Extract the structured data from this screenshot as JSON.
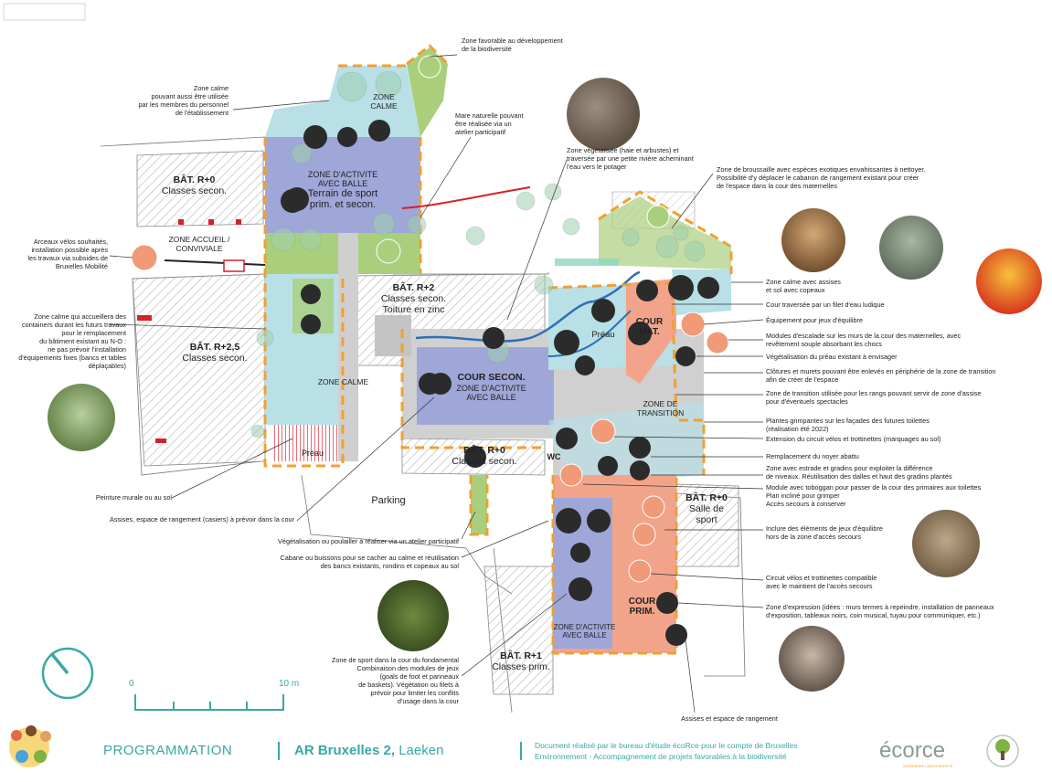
{
  "buildings": {
    "b1_name": "BÂT. R+0",
    "b1_sub": "Classes secon.",
    "b2_name": "BÂT. R+2",
    "b2_sub1": "Classes secon.",
    "b2_sub2": "Toiture en zinc",
    "b3_name": "BÂT. R+2,5",
    "b3_sub": "Classes secon.",
    "b4_name": "BÂT. R+0",
    "b4_sub": "Classes secon.",
    "b5_name": "BÂT. R+0",
    "b5_sub1": "Salle de",
    "b5_sub2": "sport",
    "b6_name": "BÂT. R+1",
    "b6_sub": "Classes prim.",
    "parking": "Parking"
  },
  "zones": {
    "calme_top1": "ZONE",
    "calme_top2": "CALME",
    "activite1": "ZONE D'ACTIVITE",
    "activite2": "AVEC BALLE",
    "activite3": "Terrain de sport",
    "activite4": "prim. et secon.",
    "accueil1": "ZONE ACCUEIL /",
    "accueil2": "CONVIVIALE",
    "calme_left": "ZONE CALME",
    "preau_left": "Préau",
    "cour_secon1": "COUR SECON.",
    "cour_secon2": "ZONE D'ACTIVITE",
    "cour_secon3": "AVEC BALLE",
    "preau_mid": "Préau",
    "cour_mat1": "COUR",
    "cour_mat2": "MAT.",
    "transition1": "ZONE DE",
    "transition2": "TRANSITION",
    "wc": "WC",
    "cour_prim1": "COUR",
    "cour_prim2": "PRIM.",
    "act_prim1": "ZONE D'ACTIVITE",
    "act_prim2": "AVEC BALLE"
  },
  "annotations": {
    "a1": [
      "Zone favorable au développement",
      "de la biodiversité"
    ],
    "a2": [
      "Zone calme",
      "pouvant aussi être utilisée",
      "par les membres du personnel",
      "de l'établissement"
    ],
    "a3": [
      "Mare naturelle pouvant",
      "être réalisée via un",
      "atelier participatif"
    ],
    "a4": [
      "Zone végétalisée (haie et arbustes) et",
      "traversée par une petite rivière acheminant",
      "l'eau vers le potager"
    ],
    "a5": [
      "Zone de broussaille avec espèces exotiques envahissantes à nettoyer.",
      "Possibilité d'y déplacer le cabanon de rangement existant pour créer",
      "de l'espace dans la cour des maternelles"
    ],
    "a6": [
      "Arceaux vélos souhaités,",
      "installation possible après",
      "les travaux via subsides de",
      "Bruxelles Mobilité"
    ],
    "a7": [
      "Zone calme qui accueillera des",
      "containers durant les futurs travaux",
      "pour le remplacement",
      "du bâtiment existant au N-O :",
      "ne pas prévoir l'installation",
      "d'équipements fixes (bancs et tables",
      "déplaçables)"
    ],
    "r1": [
      "Zone calme avec assises",
      "et sol avec copeaux"
    ],
    "r2": [
      "Cour traversée par un filet d'eau ludique"
    ],
    "r3": [
      "Équipement pour jeux d'équilibre"
    ],
    "r4": [
      "Modules d'escalade sur les murs de la cour des maternelles, avec",
      "revêtement souple absorbant les chocs"
    ],
    "r5": [
      "Végétalisation du préau existant à envisager"
    ],
    "r6": [
      "Clôtures et murets pouvant être enlevés en périphérie de la zone de transition",
      "afin de créer de l'espace"
    ],
    "r7": [
      "Zone de transition utilisée pour les rangs pouvant servir de zone d'assise",
      "pour d'éventuels spectacles"
    ],
    "r8": [
      "Plantes grimpantes sur les façades des futures toilettes",
      "(réalisation été 2022)"
    ],
    "r9": [
      "Extension du circuit vélos et trottinettes (marquages au sol)"
    ],
    "r10": [
      "Remplacement du noyer abattu"
    ],
    "r11": [
      "Zone avec estrade et gradins pour exploiter la différence",
      "de niveaux. Réutilisation des dalles et haut des gradins plantés"
    ],
    "r12": [
      "Module avec toboggan pour passer de la cour des primaires aux toilettes",
      "Plan incliné pour grimper",
      "Accès secours à conserver"
    ],
    "r13": [
      "Inclure des éléments de jeux d'équilibre",
      "hors de la zone d'accès secours"
    ],
    "r14": [
      "Circuit vélos et trottinettes compatible",
      "avec le maintient de l'accès secours"
    ],
    "r15": [
      "Zone d'expression (idées : murs termes à repeindre, installation de panneaux",
      "d'exposition, tableaux noirs, coin musical, tuyau pour communiquer, etc.)"
    ],
    "b1": [
      "Peinture murale ou au sol"
    ],
    "b2": [
      "Assises, espace de rangement (casiers) à prévoir dans la cour"
    ],
    "b3": [
      "Végétalisation ou poulailler à réaliser via un atelier participatif"
    ],
    "b4": [
      "Cabane ou buissons pour se cacher au calme et réutilisation",
      "des bancs existants, rondins et copeaux au sol"
    ],
    "b5": [
      "Zone de sport dans la cour du fondamental",
      "Combinaison des modules de jeux",
      "(goals de foot et panneaux",
      "de baskets). Végétation ou filets à",
      "prévoir pour limiter les conflits",
      "d'usage dans la cour"
    ],
    "b6": [
      "Assises et espace de rangement"
    ]
  },
  "scale": {
    "start": "0",
    "end": "10 m"
  },
  "footer": {
    "section": "PROGRAMMATION",
    "project_bold": "AR Bruxelles 2,",
    "project_rest": " Laeken",
    "credit1": "Document réalisé par le bureau d'étude écoRce pour le compte de Bruxelles",
    "credit2": "Environnement - Accompagnement de projets favorables à la biodiversité",
    "logo": "écorce",
    "logo_sub": "INGÉNIERIE | BIODIVERSITÉ"
  },
  "colors": {
    "teal": "#3aa8a4",
    "calm": "#b8e0e6",
    "activity": "#9fa6d8",
    "green": "#a9cf7d",
    "salmon": "#f2a48a",
    "orange": "#f0a033",
    "grey": "#cfcfcf",
    "red": "#d6202a"
  }
}
